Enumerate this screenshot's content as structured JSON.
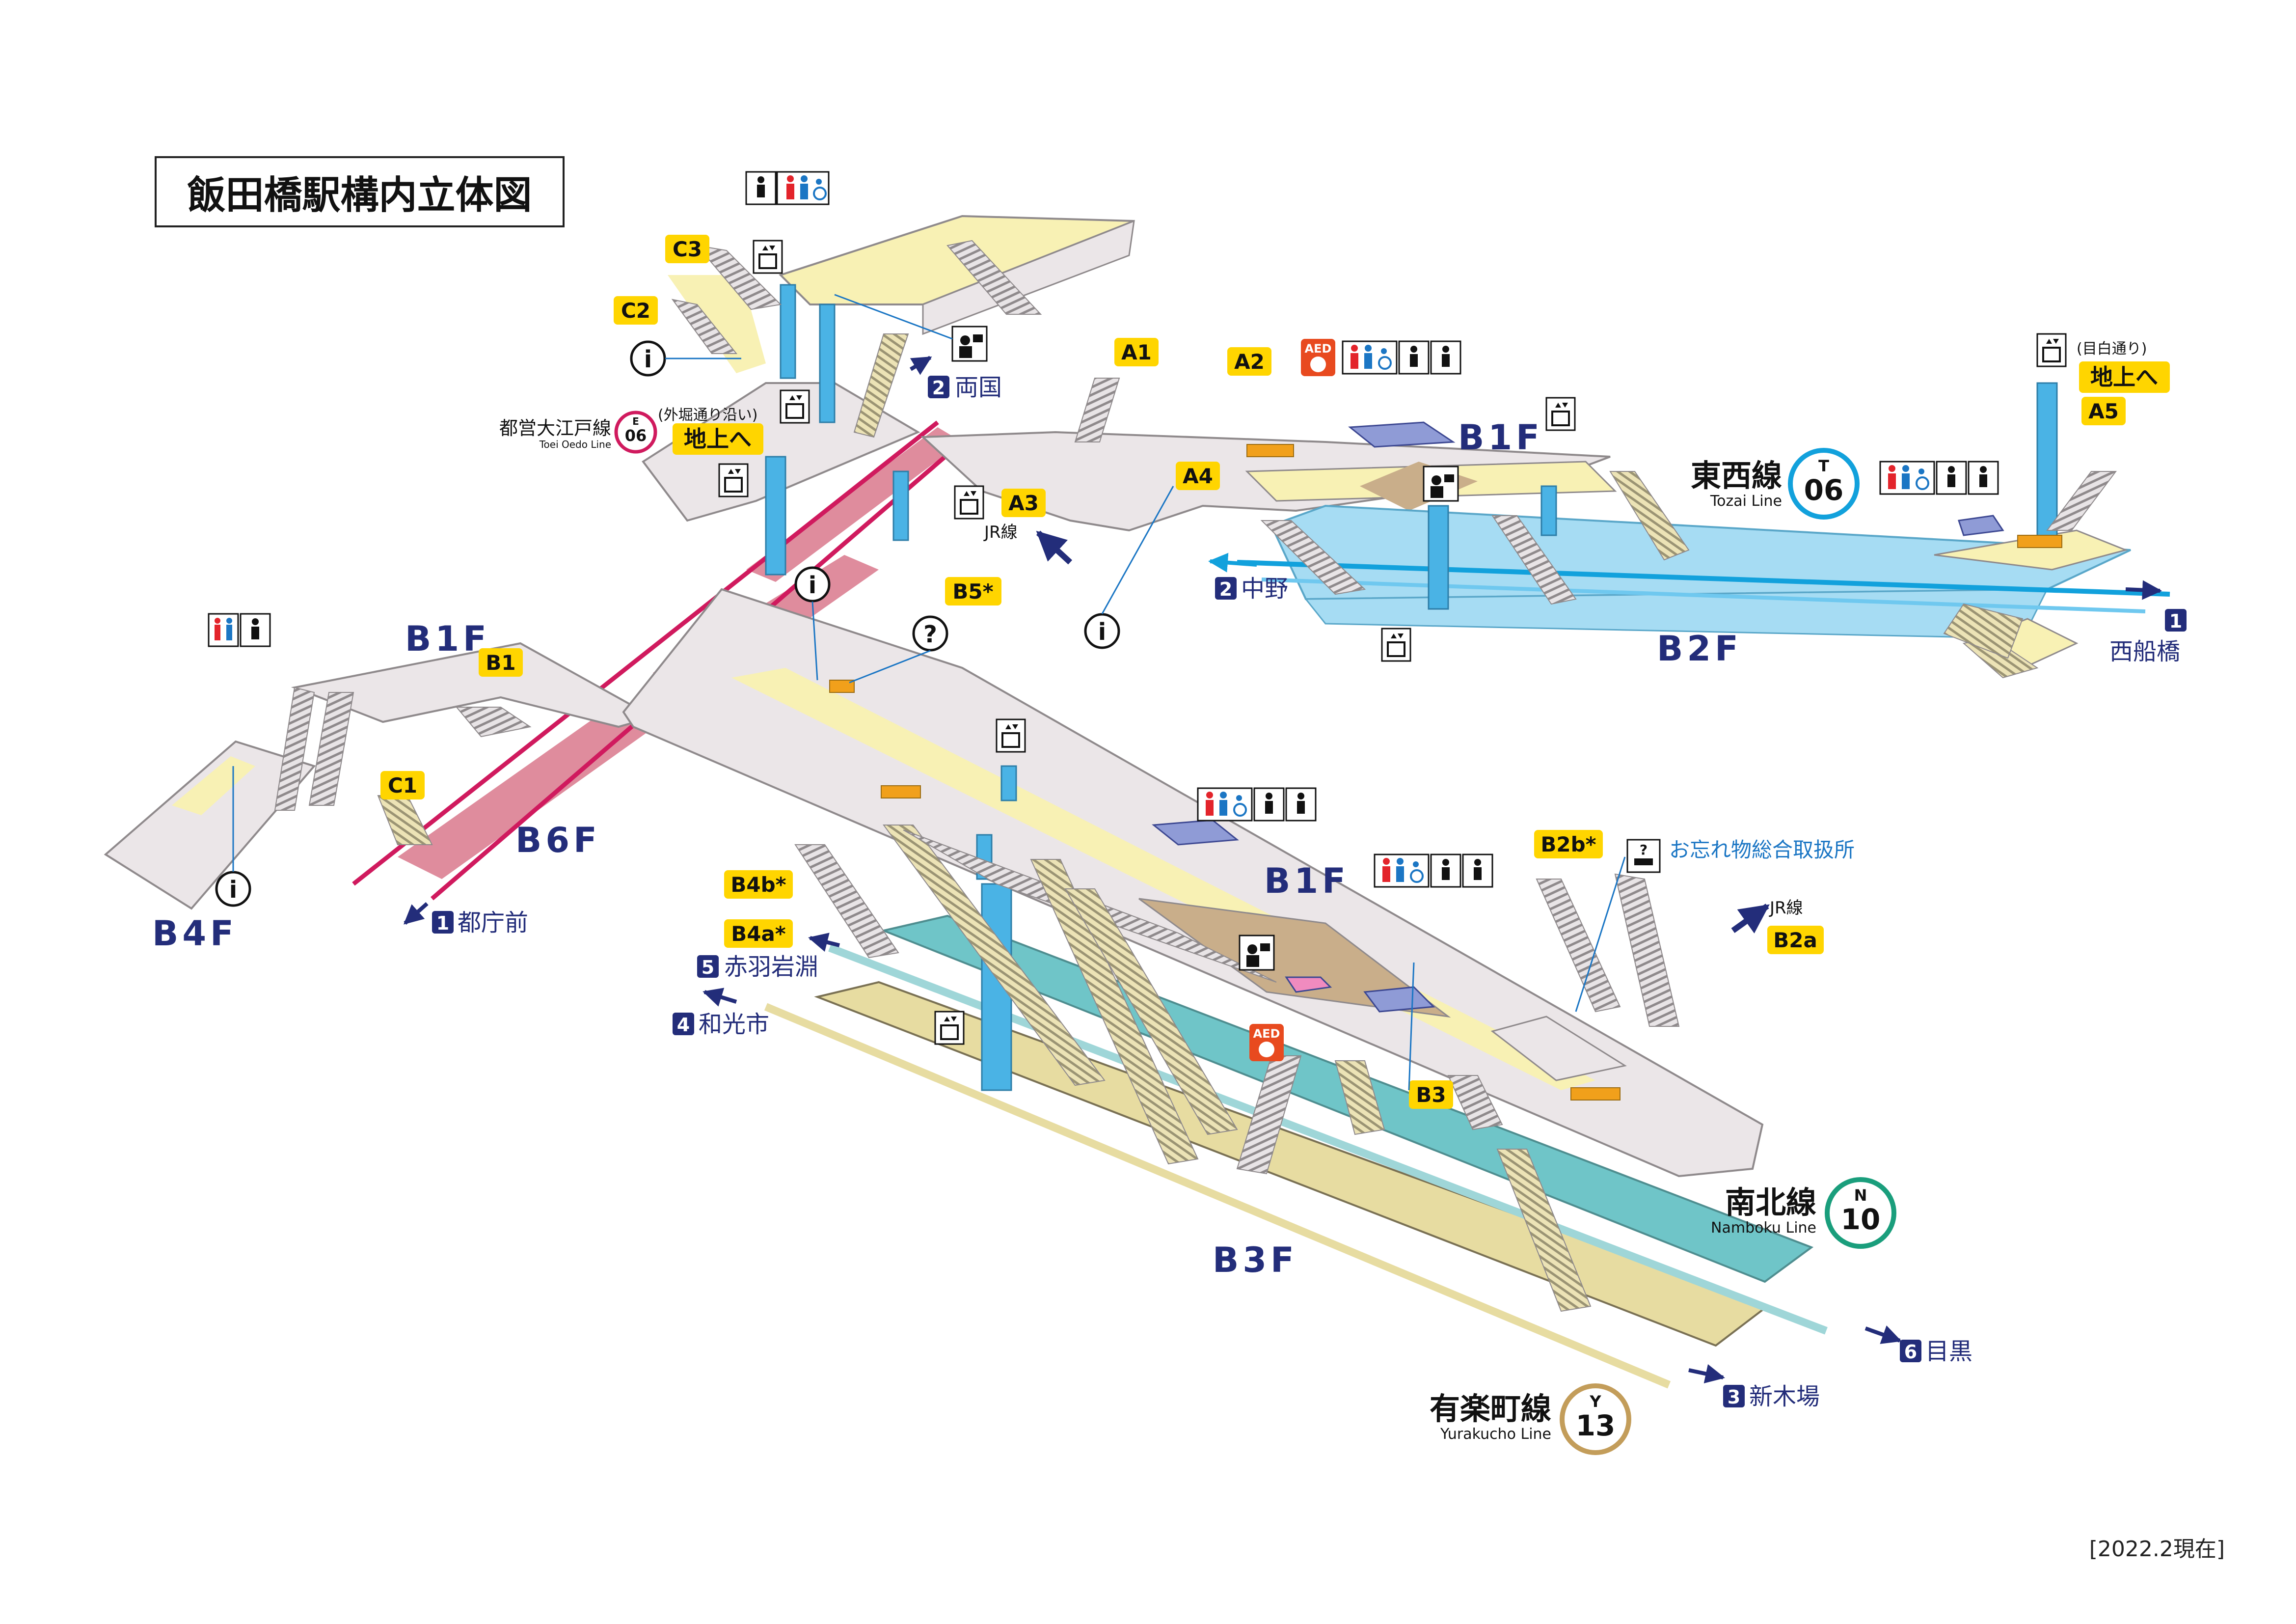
{
  "title": "飯田橋駅構内立体図",
  "as_of": "[2022.2現在]",
  "colors": {
    "concourse": "#ebe6e8",
    "path_yellow": "#f8f1b4",
    "tozai_platform": "#a6dcf3",
    "namboku_platform": "#6fc5c8",
    "yurakucho_platform": "#e7dca1",
    "oedo_band": "#df8c9d",
    "oedo_line": "#d01a5e",
    "navy": "#232d7a",
    "exit_label": "#ffd500",
    "elevator": "#4ab3e5",
    "ticket_gate": "#f1a01b",
    "tozai_mark": "#12a1dc",
    "namboku_mark": "#1a9e7c",
    "yurakucho_mark": "#c39d5a",
    "oedo_mark": "#d01a5e",
    "info_blue": "#1b76c4",
    "aed_red": "#e84a1f"
  },
  "floors": {
    "b1f_left": "B1F",
    "b1f_tozai": "B1F",
    "b1f_main": "B1F",
    "b2f": "B2F",
    "b3f": "B3F",
    "b4f": "B4F",
    "b6f": "B6F"
  },
  "exits": {
    "a1": "A1",
    "a2": "A2",
    "a3": "A3",
    "a4": "A4",
    "a5": "A5",
    "b5": "B5*",
    "b1": "B1",
    "b2a": "B2a",
    "b2b": "B2b*",
    "b3": "B3",
    "b4a": "B4a*",
    "b4b": "B4b*",
    "c1": "C1",
    "c2": "C2",
    "c3": "C3"
  },
  "lines": {
    "tozai": {
      "name": "東西線",
      "romaji": "Tozai Line",
      "letter": "T",
      "number": "06"
    },
    "namboku": {
      "name": "南北線",
      "romaji": "Namboku Line",
      "letter": "N",
      "number": "10"
    },
    "yurakucho": {
      "name": "有楽町線",
      "romaji": "Yurakucho Line",
      "letter": "Y",
      "number": "13"
    },
    "oedo": {
      "name": "都営大江戸線",
      "romaji": "Toei Oedo Line",
      "letter": "E",
      "number": "06"
    }
  },
  "directions": {
    "ryogoku": {
      "num": "2",
      "name": "両国"
    },
    "nakano": {
      "num": "2",
      "name": "中野"
    },
    "nishifunabashi": {
      "num": "1",
      "name": "西船橋"
    },
    "tochomae": {
      "num": "1",
      "name": "都庁前"
    },
    "akabaneiwabuchi": {
      "num": "5",
      "name": "赤羽岩淵"
    },
    "wakoshi": {
      "num": "4",
      "name": "和光市"
    },
    "meguro": {
      "num": "6",
      "name": "目黒"
    },
    "shinkiba": {
      "num": "3",
      "name": "新木場"
    }
  },
  "notes": {
    "sotobori": "(外堀通り沿い)",
    "mejiro": "(目白通り)",
    "chijo_e_left": "地上へ",
    "chijo_e_right": "地上へ",
    "jr_a3": "JR線",
    "jr_b2a": "JR線",
    "lost_found": "お忘れ物総合取扱所"
  },
  "icons": {
    "info": "i",
    "question": "?",
    "aed": "AED",
    "toilet": "toilet-icon",
    "wheelchair": "wheelchair-icon",
    "baby": "baby-room-icon",
    "ostomate": "ostomate-icon",
    "elevator": "elevator-icon",
    "station_office": "station-office-icon"
  }
}
